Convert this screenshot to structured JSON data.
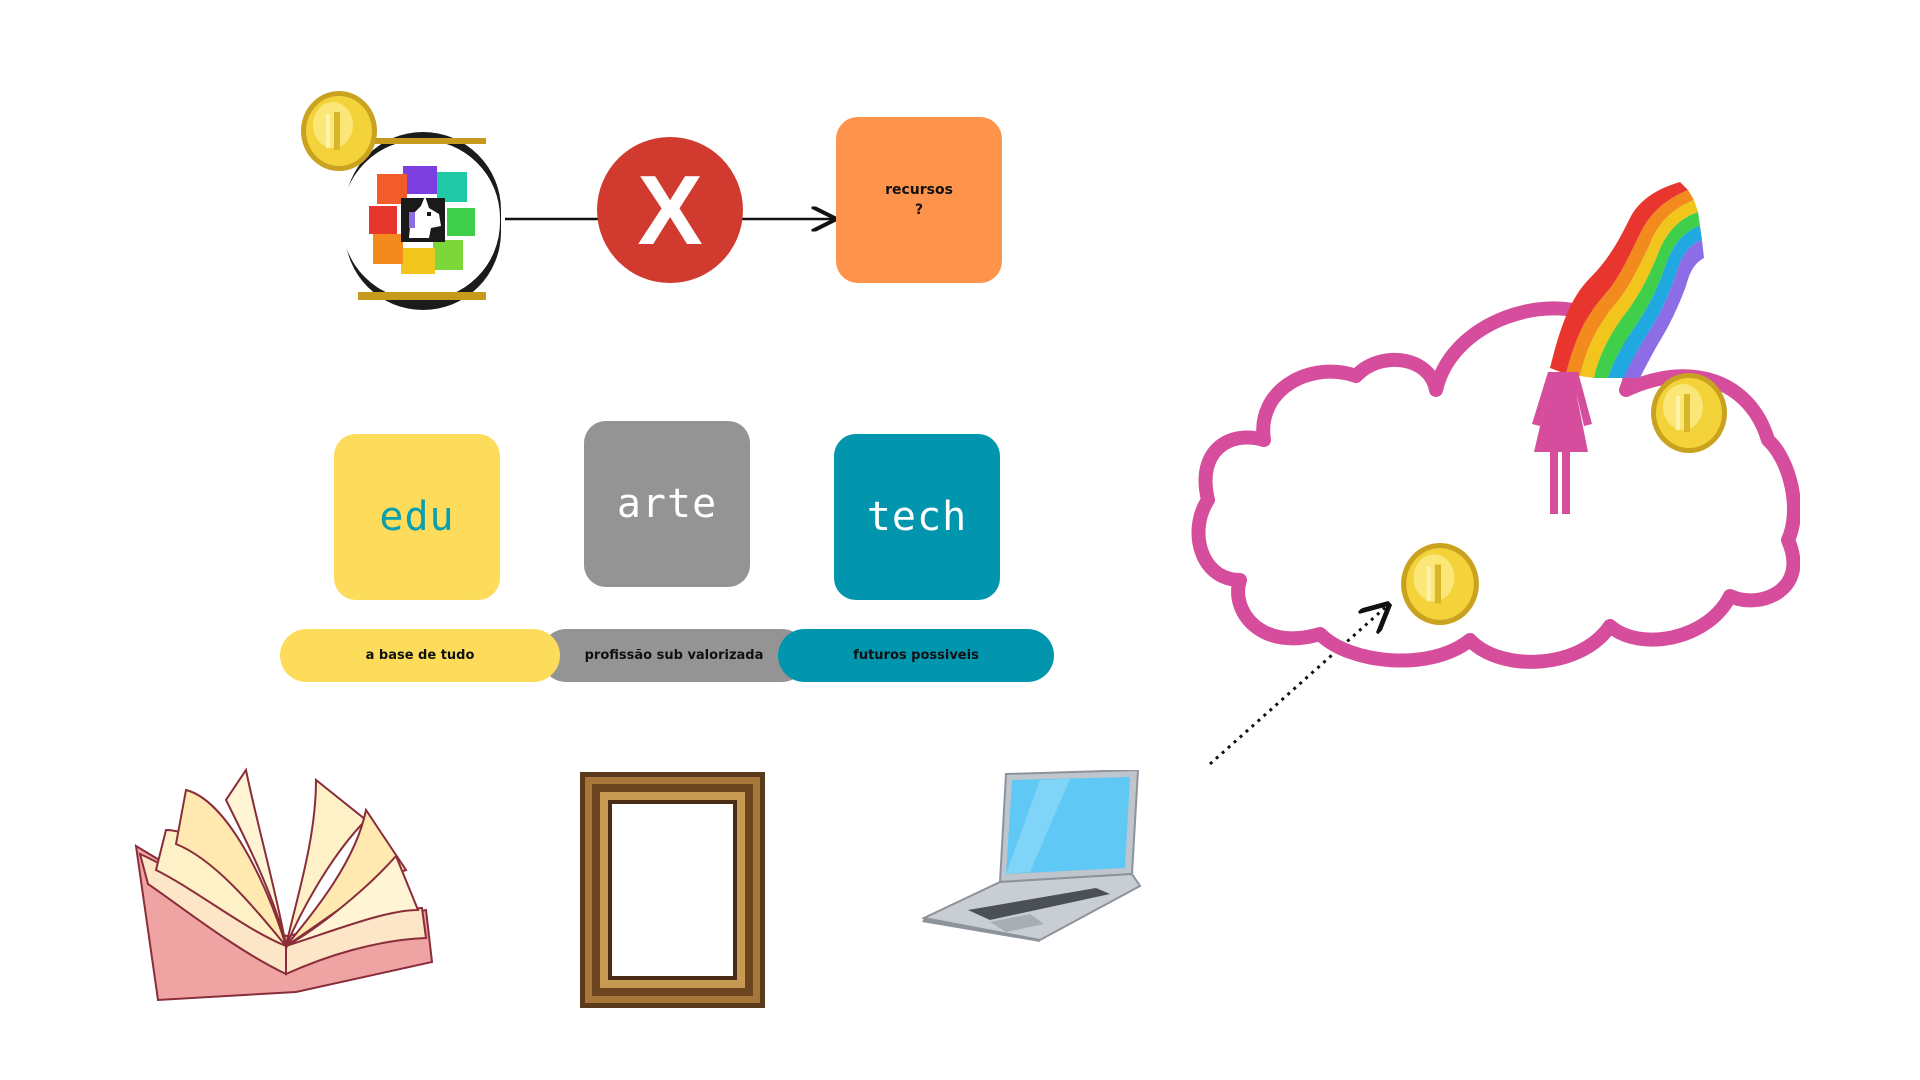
{
  "top_flow": {
    "x_mark": "X",
    "resources_box": {
      "line1": "recursos",
      "line2": "?"
    }
  },
  "categories": [
    {
      "word": "edu",
      "caption": "a base de tudo",
      "color": "#fcdc5a"
    },
    {
      "word": "arte",
      "caption": "profissão sub valorizada",
      "color": "#949494"
    },
    {
      "word": "tech",
      "caption": "futuros possiveis",
      "color": "#0295ae"
    }
  ],
  "icons": {
    "coin": "gold-coin-icon",
    "logo": "unicorn-pixel-logo",
    "book": "open-book-icon",
    "frame": "picture-frame-icon",
    "laptop": "laptop-icon",
    "cloud": "cloud-icon",
    "figure": "woman-figure-icon",
    "rainbow": "rainbow-hair-icon"
  },
  "colors": {
    "orange": "#fe944c",
    "yellow": "#fcdc5a",
    "gray": "#949494",
    "teal": "#0295ae",
    "red": "#d13a2f",
    "pink": "#d54d9c",
    "coin": "#f3d23a"
  }
}
